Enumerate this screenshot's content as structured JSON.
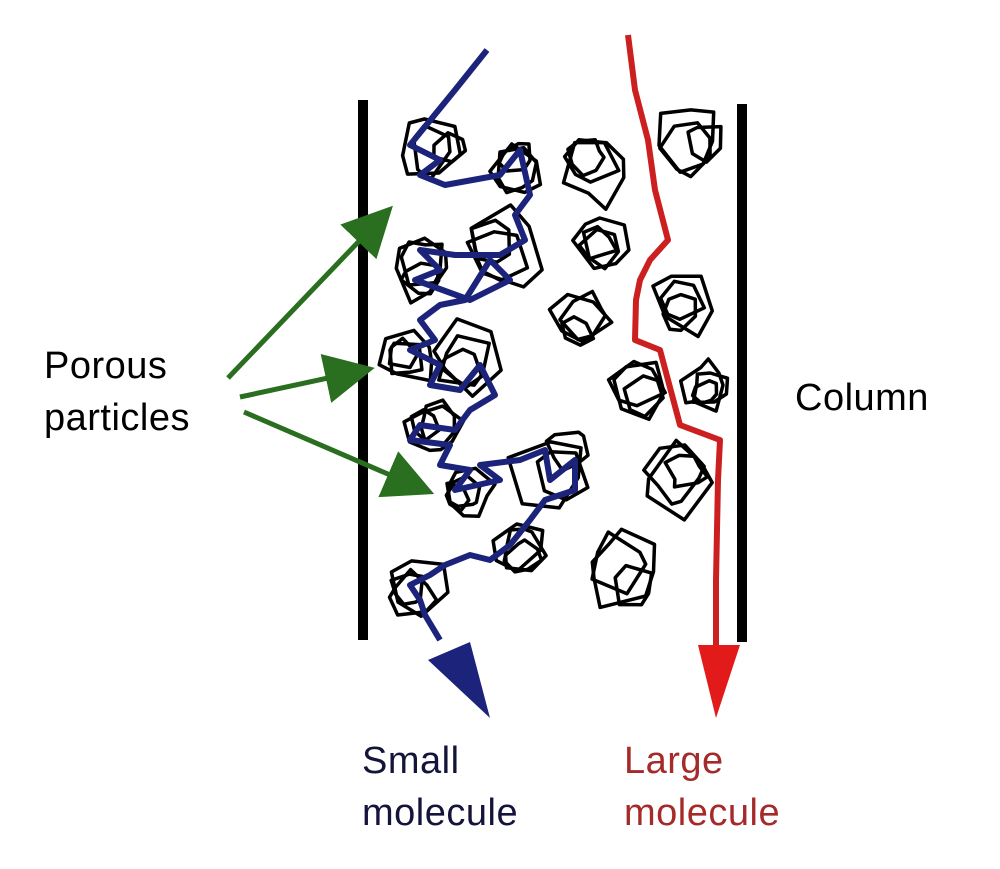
{
  "labels": {
    "porous_particles": {
      "line1": "Porous",
      "line2": "particles"
    },
    "column": "Column",
    "small_molecule": {
      "line1": "Small",
      "line2": "molecule"
    },
    "large_molecule": {
      "line1": "Large",
      "line2": "molecule"
    }
  },
  "colors": {
    "text": "#111111",
    "column_wall": "#000000",
    "particle_outline": "#000000",
    "small_molecule_path": "#1c237a",
    "large_molecule_path": "#cc1f1f",
    "large_molecule_label": "#a52a2a",
    "small_molecule_label": "#14143a",
    "pointer_arrow": "#2a6e1f"
  }
}
